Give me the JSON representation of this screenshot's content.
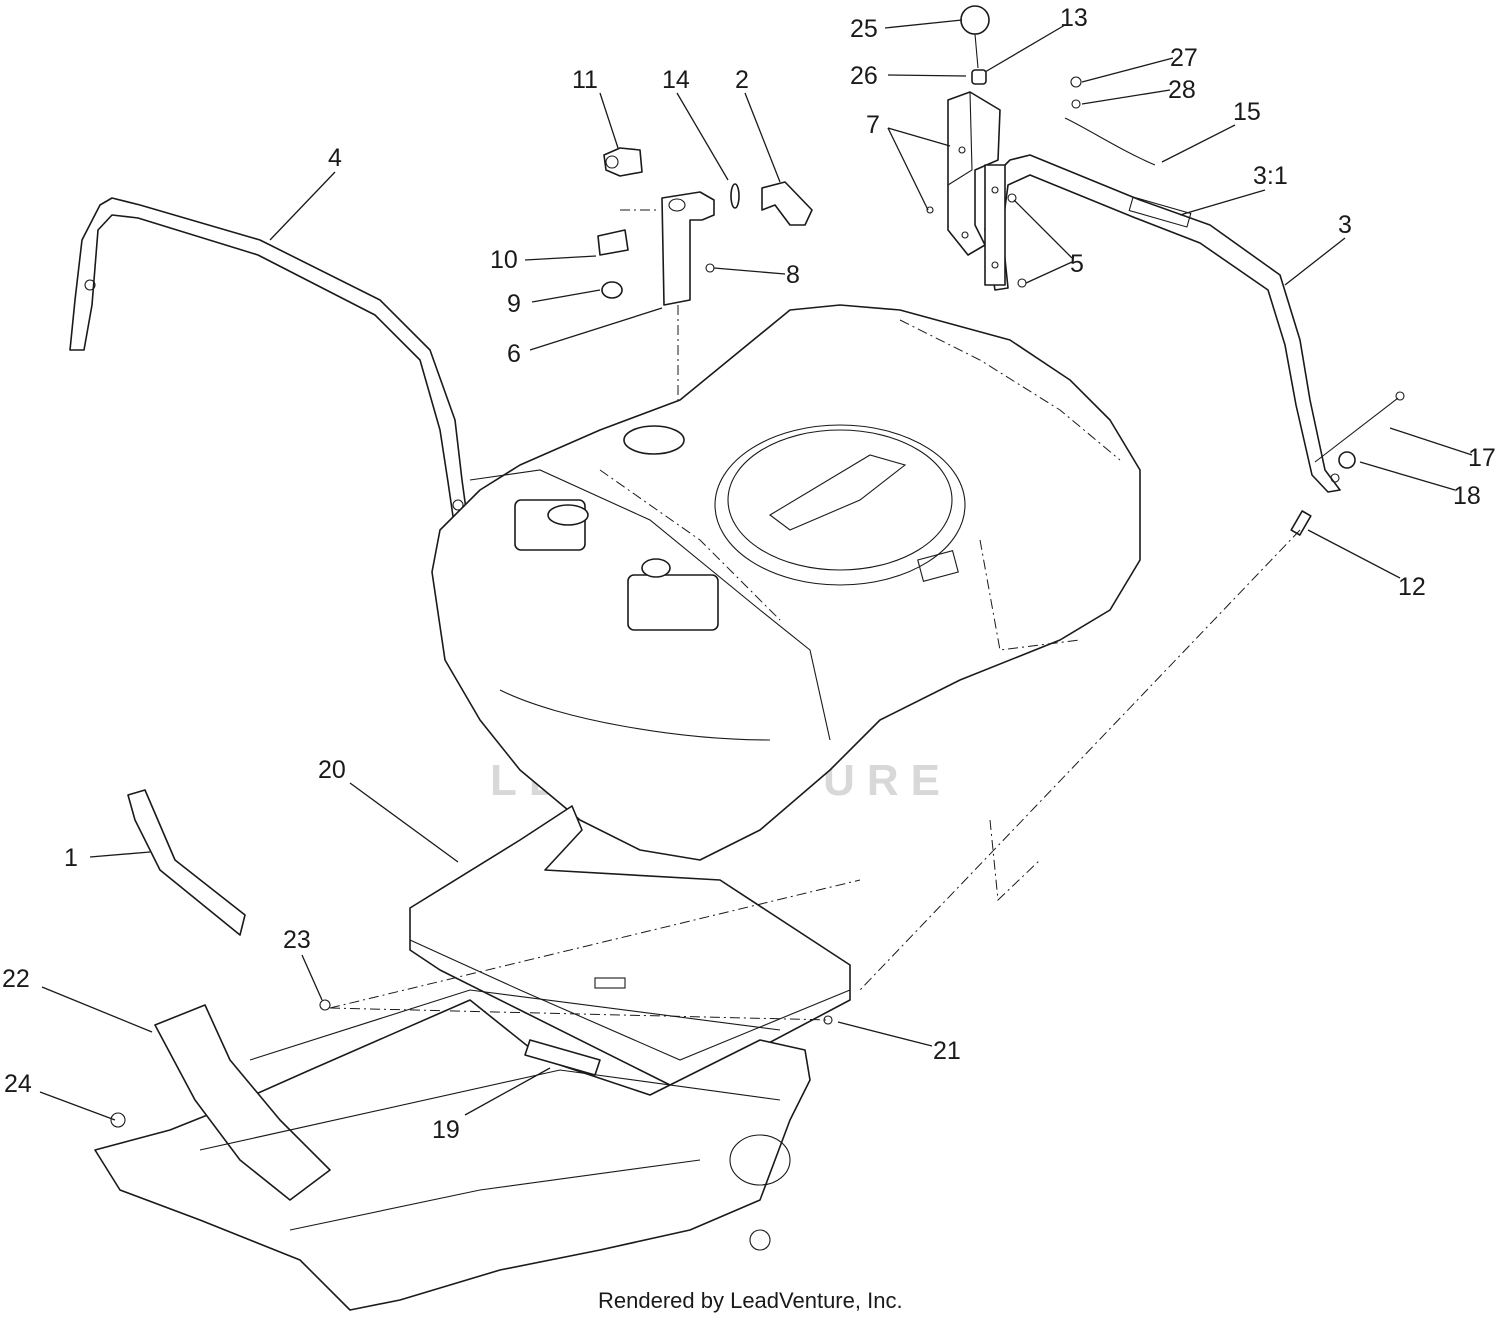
{
  "watermark": "LEADVENTURE",
  "footer": "Rendered by LeadVenture, Inc.",
  "callouts": {
    "c1": "1",
    "c2": "2",
    "c3": "3",
    "c3_1": "3:1",
    "c4": "4",
    "c5": "5",
    "c6": "6",
    "c7": "7",
    "c8": "8",
    "c9": "9",
    "c10": "10",
    "c11": "11",
    "c12": "12",
    "c13": "13",
    "c14": "14",
    "c15": "15",
    "c17": "17",
    "c18": "18",
    "c19": "19",
    "c20": "20",
    "c21": "21",
    "c22": "22",
    "c23": "23",
    "c24": "24",
    "c25": "25",
    "c26": "26",
    "c27": "27",
    "c28": "28"
  }
}
